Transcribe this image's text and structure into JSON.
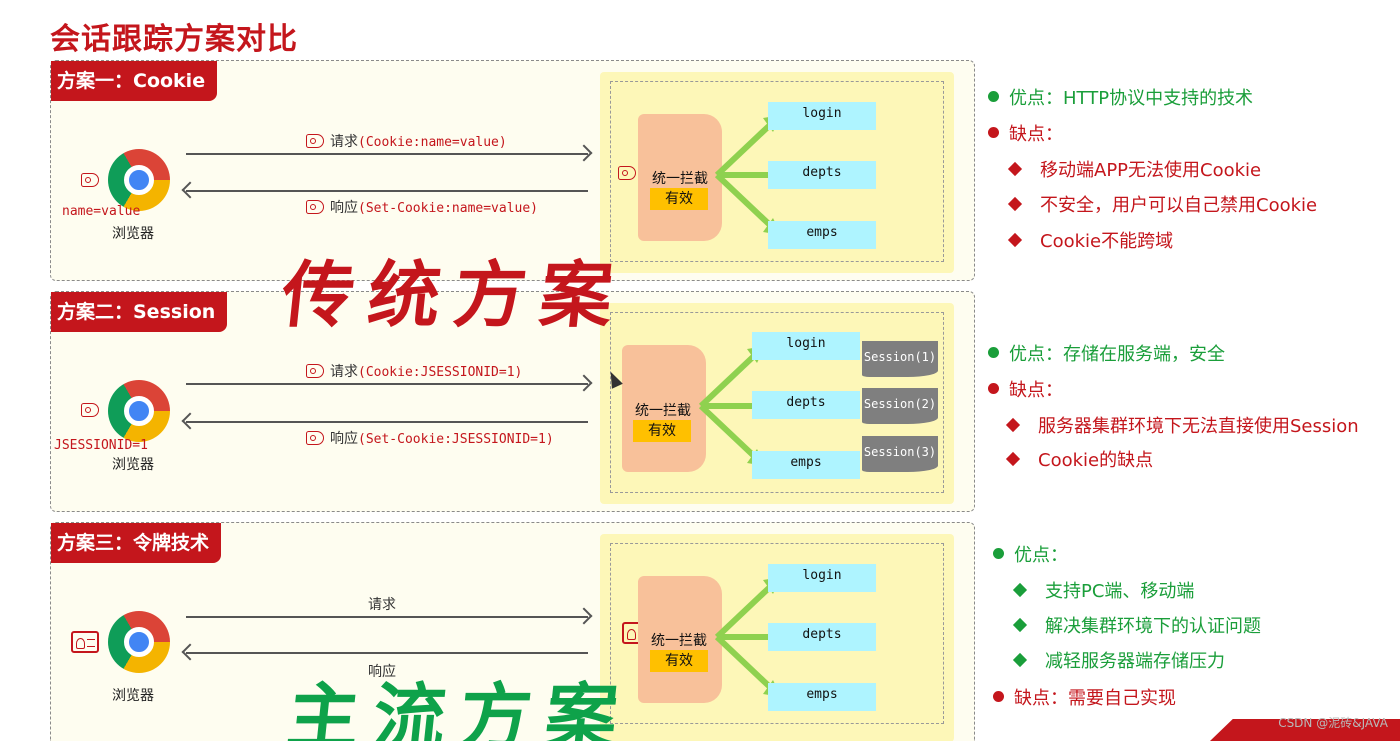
{
  "title": "会话跟踪方案对比",
  "big_text_traditional": "传统方案",
  "big_text_mainstream": "主流方案",
  "watermark": "CSDN @泥砖&JAVA",
  "browser_label": "浏览器",
  "interceptor": {
    "label": "统一拦截",
    "valid": "有效"
  },
  "endpoints": [
    "login",
    "depts",
    "emps"
  ],
  "schemes": [
    {
      "tag": "方案一：Cookie",
      "browser_value": "name=value",
      "request_prefix": "请求",
      "request_code": "(Cookie:name=value)",
      "response_prefix": "响应",
      "response_code": "(Set-Cookie:name=value)"
    },
    {
      "tag": "方案二：Session",
      "browser_value": "JSESSIONID=1",
      "request_prefix": "请求",
      "request_code": "(Cookie:JSESSIONID=1)",
      "response_prefix": "响应",
      "response_code": "(Set-Cookie:JSESSIONID=1)",
      "sessions": [
        "Session(1)",
        "Session(2)",
        "Session(3)"
      ]
    },
    {
      "tag": "方案三：令牌技术",
      "request": "请求",
      "response": "响应"
    }
  ],
  "pros_cons": [
    {
      "pro": "优点：HTTP协议中支持的技术",
      "con_label": "缺点：",
      "cons": [
        "移动端APP无法使用Cookie",
        "不安全，用户可以自己禁用Cookie",
        "Cookie不能跨域"
      ]
    },
    {
      "pro": "优点：存储在服务端，安全",
      "con_label": "缺点：",
      "cons": [
        "服务器集群环境下无法直接使用Session",
        "Cookie的缺点"
      ]
    },
    {
      "pro_label": "优点：",
      "pros": [
        "支持PC端、移动端",
        "解决集群环境下的认证问题",
        "减轻服务器端存储压力"
      ],
      "con": "缺点：需要自己实现"
    }
  ],
  "colors": {
    "accent_red": "#c4161c",
    "accent_green": "#1a9e3a",
    "server_bg": "#fdf7b8",
    "endpoint_bg": "#aef4ff"
  }
}
